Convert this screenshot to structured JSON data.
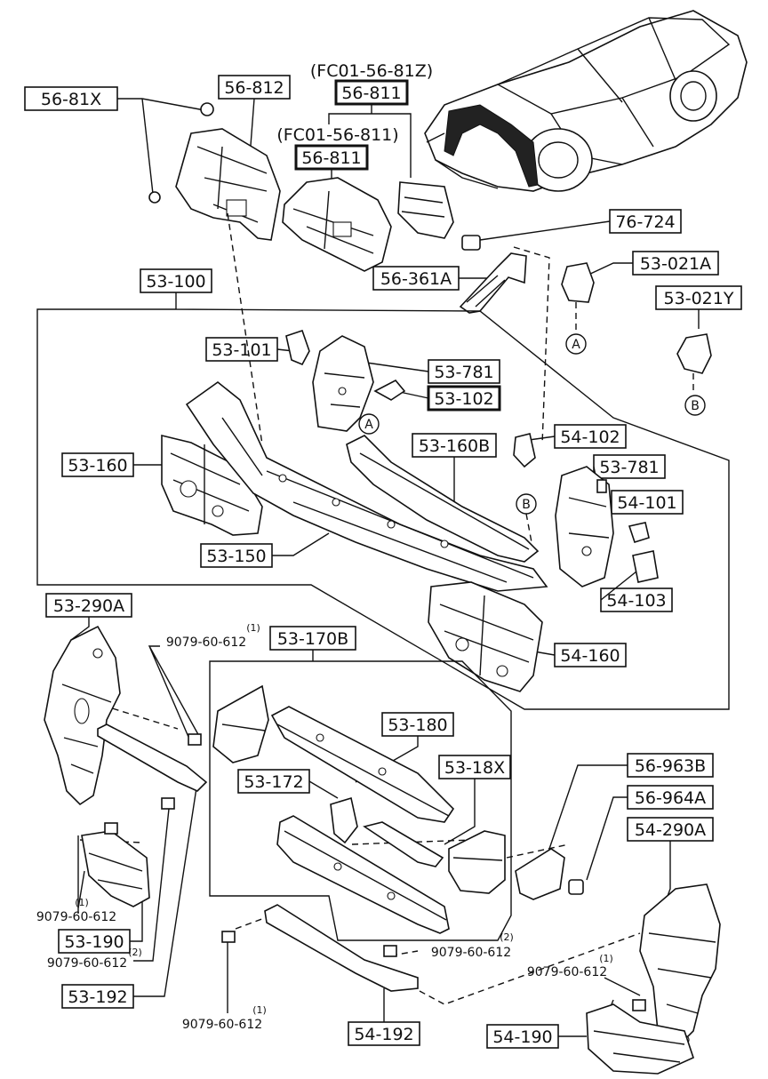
{
  "parts": {
    "p56_81X": "56-81X",
    "p56_812": "56-812",
    "p56_811_alt_a": "(FC01-56-81Z)",
    "p56_811_a": "56-811",
    "p56_811_alt_b": "(FC01-56-811)",
    "p56_811_b": "56-811",
    "p76_724": "76-724",
    "p56_361A": "56-361A",
    "p53_021A": "53-021A",
    "p53_021Y": "53-021Y",
    "p53_100": "53-100",
    "p53_101": "53-101",
    "p53_781_a": "53-781",
    "p53_102": "53-102",
    "p54_102": "54-102",
    "p53_160B": "53-160B",
    "p53_781_b": "53-781",
    "p54_101": "54-101",
    "p53_160": "53-160",
    "p53_150": "53-150",
    "p54_103": "54-103",
    "p53_290A": "53-290A",
    "p54_160": "54-160",
    "p53_170B": "53-170B",
    "p53_180": "53-180",
    "p53_172": "53-172",
    "p53_18X": "53-18X",
    "p56_963B": "56-963B",
    "p56_964A": "56-964A",
    "p54_290A": "54-290A",
    "p53_190": "53-190",
    "p53_192": "53-192",
    "p54_192": "54-192",
    "p54_190": "54-190"
  },
  "bolts": {
    "b1": "9079-60-612",
    "b1_qty": "(1)",
    "b2": "9079-60-612",
    "b2_qty": "(1)",
    "b3": "9079-60-612",
    "b3_qty": "(2)",
    "b4": "9079-60-612",
    "b4_qty": "(2)",
    "b5": "9079-60-612",
    "b5_qty": "(1)",
    "b6": "9079-60-612",
    "b6_qty": "(1)"
  },
  "refs": {
    "a1": "A",
    "a2": "A",
    "b1": "B",
    "b2": "B"
  }
}
